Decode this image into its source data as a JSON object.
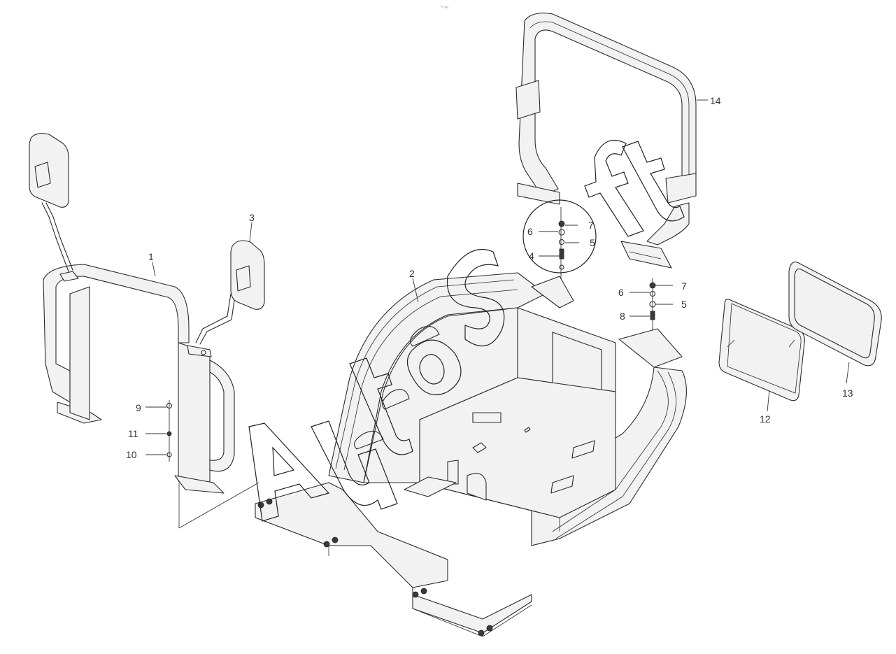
{
  "diagram": {
    "header_text": "ⁿ₀ ₃₂₀",
    "watermark": "AutoSoft",
    "callouts": [
      {
        "id": "c1",
        "text": "1"
      },
      {
        "id": "c2",
        "text": "2"
      },
      {
        "id": "c3",
        "text": "3"
      },
      {
        "id": "c4",
        "text": "4"
      },
      {
        "id": "c5a",
        "text": "5"
      },
      {
        "id": "c5b",
        "text": "5"
      },
      {
        "id": "c6a",
        "text": "6"
      },
      {
        "id": "c6b",
        "text": "6"
      },
      {
        "id": "c7a",
        "text": "7"
      },
      {
        "id": "c7b",
        "text": "7"
      },
      {
        "id": "c8",
        "text": "8"
      },
      {
        "id": "c9",
        "text": "9"
      },
      {
        "id": "c10",
        "text": "10"
      },
      {
        "id": "c11",
        "text": "11"
      },
      {
        "id": "c12",
        "text": "12"
      },
      {
        "id": "c13",
        "text": "13"
      },
      {
        "id": "c14",
        "text": "14"
      }
    ]
  }
}
